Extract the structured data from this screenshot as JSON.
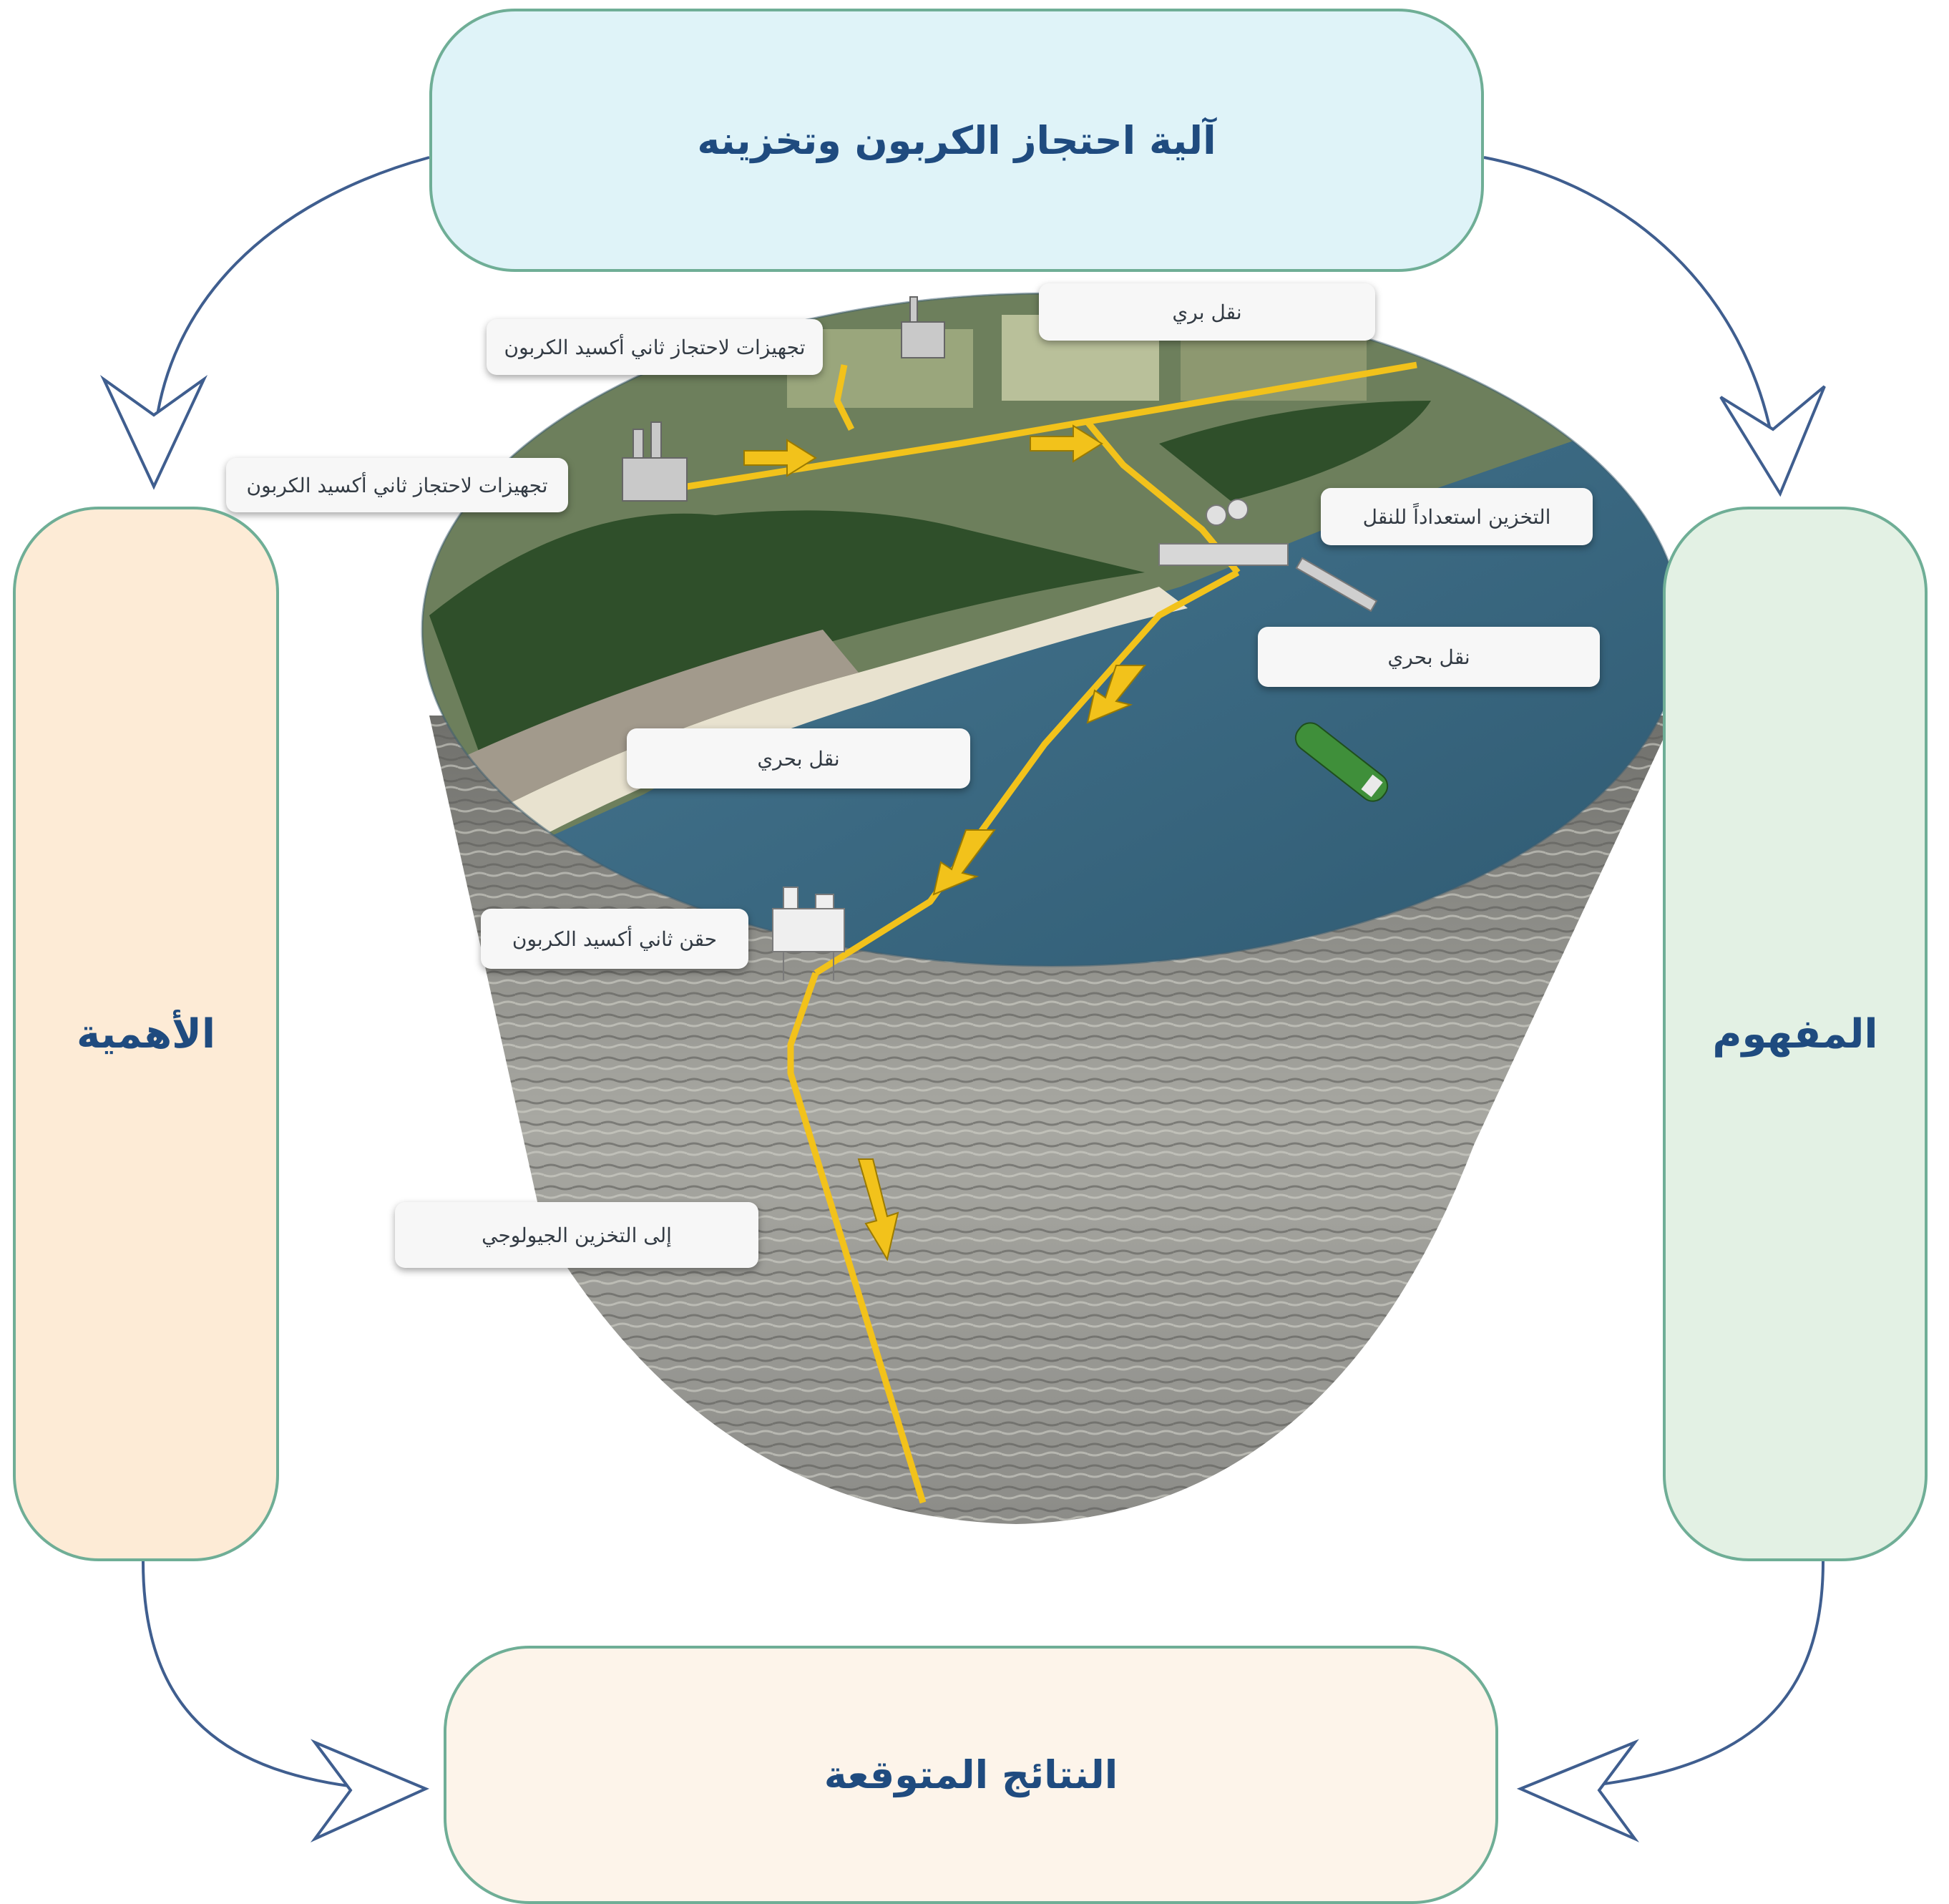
{
  "title": "آلية احتجاز الكربون وتخزينه",
  "sides": {
    "left": "الأهمية",
    "right": "المفهوم",
    "bottom": "النتائج المتوقعة"
  },
  "callouts": {
    "land_transport": "نقل بري",
    "capture_equipment_1": "تجهيزات لاحتجاز ثاني أكسيد الكربون",
    "capture_equipment_2": "تجهيزات لاحتجاز ثاني أكسيد الكربون",
    "storage_for_transport": "التخزين استعداداً للنقل",
    "sea_transport_1": "نقل بحري",
    "sea_transport_2": "نقل بحري",
    "co2_injection": "حقن ثاني أكسيد الكربون",
    "geological_storage": "إلى التخزين الجيولوجي"
  },
  "colors": {
    "box_border": "#6fae96",
    "box_text": "#1f4b7f",
    "arrow": "#3f5e8f",
    "pipeline": "#f2c21b",
    "sea": "#3b6b85",
    "forest": "#2f4f2a",
    "rock": "#8c8c88"
  },
  "icons": [
    "cycle-arrow-icon",
    "pipeline-arrow-icon",
    "ship-icon",
    "offshore-platform-icon",
    "factory-icon"
  ]
}
